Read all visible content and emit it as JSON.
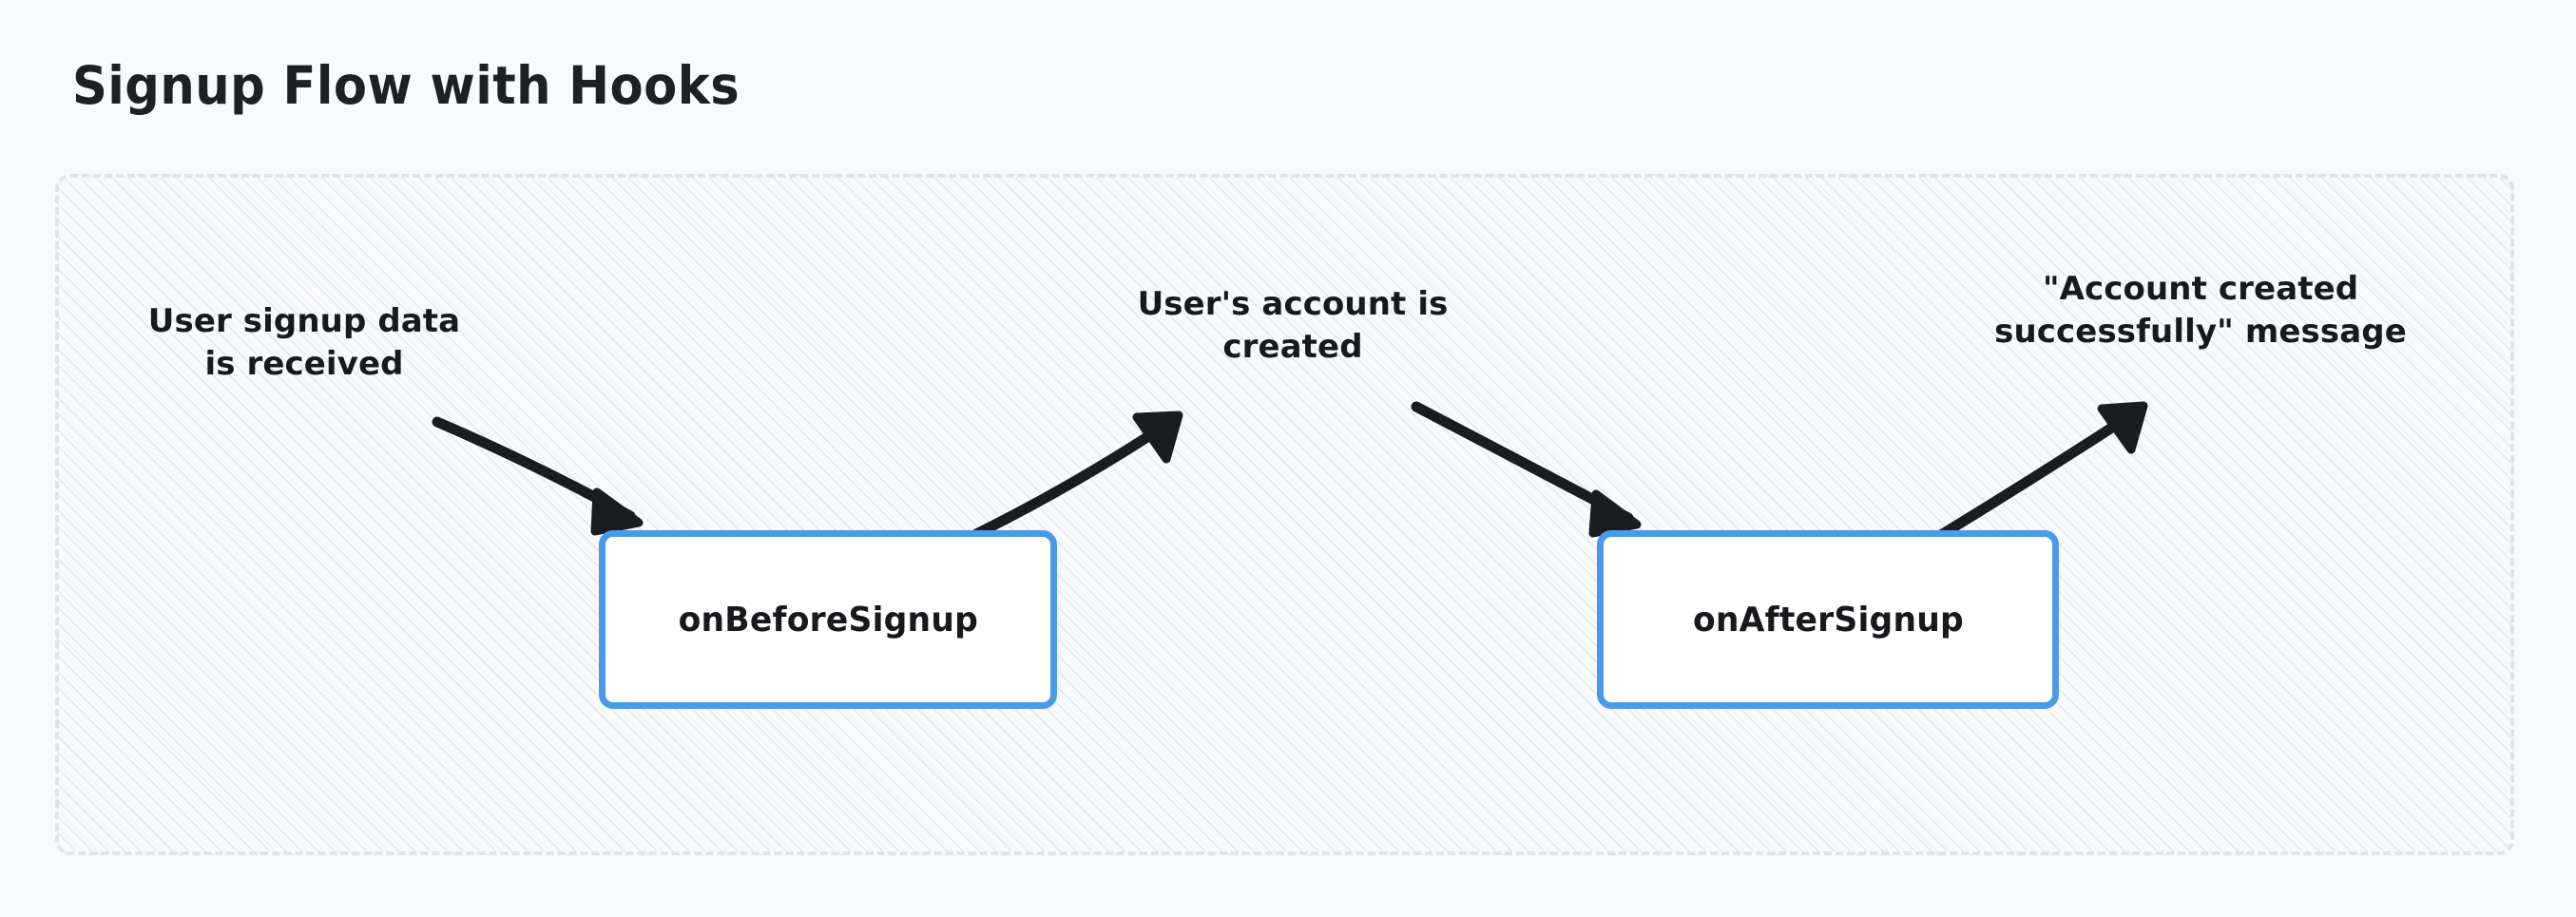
{
  "page": {
    "title": "Signup Flow with Hooks",
    "background_color": "#f8fafc"
  },
  "diagram": {
    "type": "flow",
    "container": {
      "name": "flow-container",
      "border_style": "dashed",
      "border_color": "#dfe3e8",
      "fill_pattern": "diagonal-hatch",
      "fill_color": "#fafbfc"
    },
    "accent_color": "#4a9ae8",
    "text_color": "#17191c",
    "nodes": [
      {
        "id": "on-before-signup",
        "label": "onBeforeSignup",
        "shape": "rounded-rect",
        "border_color": "#4a9ae8",
        "fill_color": "#ffffff"
      },
      {
        "id": "on-after-signup",
        "label": "onAfterSignup",
        "shape": "rounded-rect",
        "border_color": "#4a9ae8",
        "fill_color": "#ffffff"
      }
    ],
    "edges": [
      {
        "id": "edge-signup-data",
        "label": "User signup data\nis received",
        "direction": "into-node",
        "target": "on-before-signup",
        "arrow_color": "#1a1c1f"
      },
      {
        "id": "edge-account-created",
        "label": "User's account is\ncreated",
        "direction": "out-of-node",
        "source": "on-before-signup",
        "arrow_color": "#1a1c1f"
      },
      {
        "id": "edge-account-created-in",
        "label": "User's account is\ncreated",
        "direction": "into-node",
        "target": "on-after-signup",
        "arrow_color": "#1a1c1f"
      },
      {
        "id": "edge-success-message",
        "label": "\"Account created\nsuccessfully\" message",
        "direction": "out-of-node",
        "source": "on-after-signup",
        "arrow_color": "#1a1c1f"
      }
    ]
  }
}
